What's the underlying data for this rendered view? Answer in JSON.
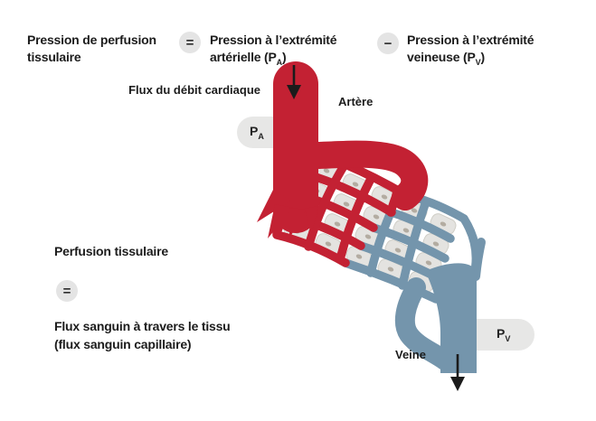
{
  "header": {
    "left_line1": "Pression de perfusion",
    "left_line2": "tissulaire",
    "equals_symbol": "=",
    "arterial_line1": "Pression à l’extrémité",
    "arterial_line2_pre": "artérielle (P",
    "arterial_sub": "A",
    "arterial_line2_post": ")",
    "minus_symbol": "−",
    "venous_line1": "Pression à l’extrémité",
    "venous_line2_pre": "veineuse (P",
    "venous_sub": "V",
    "venous_line2_post": ")"
  },
  "diagram": {
    "cardiac_flow_label": "Flux du débit cardiaque",
    "artery_label": "Artère",
    "vein_label": "Veine",
    "pa_main": "P",
    "pa_sub": "A",
    "pv_main": "P",
    "pv_sub": "V"
  },
  "left_formula": {
    "title": "Perfusion tissulaire",
    "equals_symbol": "=",
    "line1": "Flux sanguin à travers le tissu",
    "line2": "(flux sanguin capillaire)"
  },
  "colors": {
    "artery_red": "#C32133",
    "vein_blue": "#7495AC",
    "pill_gray": "#E7E7E6",
    "circle_gray": "#E4E4E4",
    "cell_fill": "#E4E3E0",
    "cell_stroke": "#D0CEC7",
    "cell_dot": "#B3ACA1",
    "text": "#1C1C1C",
    "arrow_black": "#1B1B1B"
  }
}
